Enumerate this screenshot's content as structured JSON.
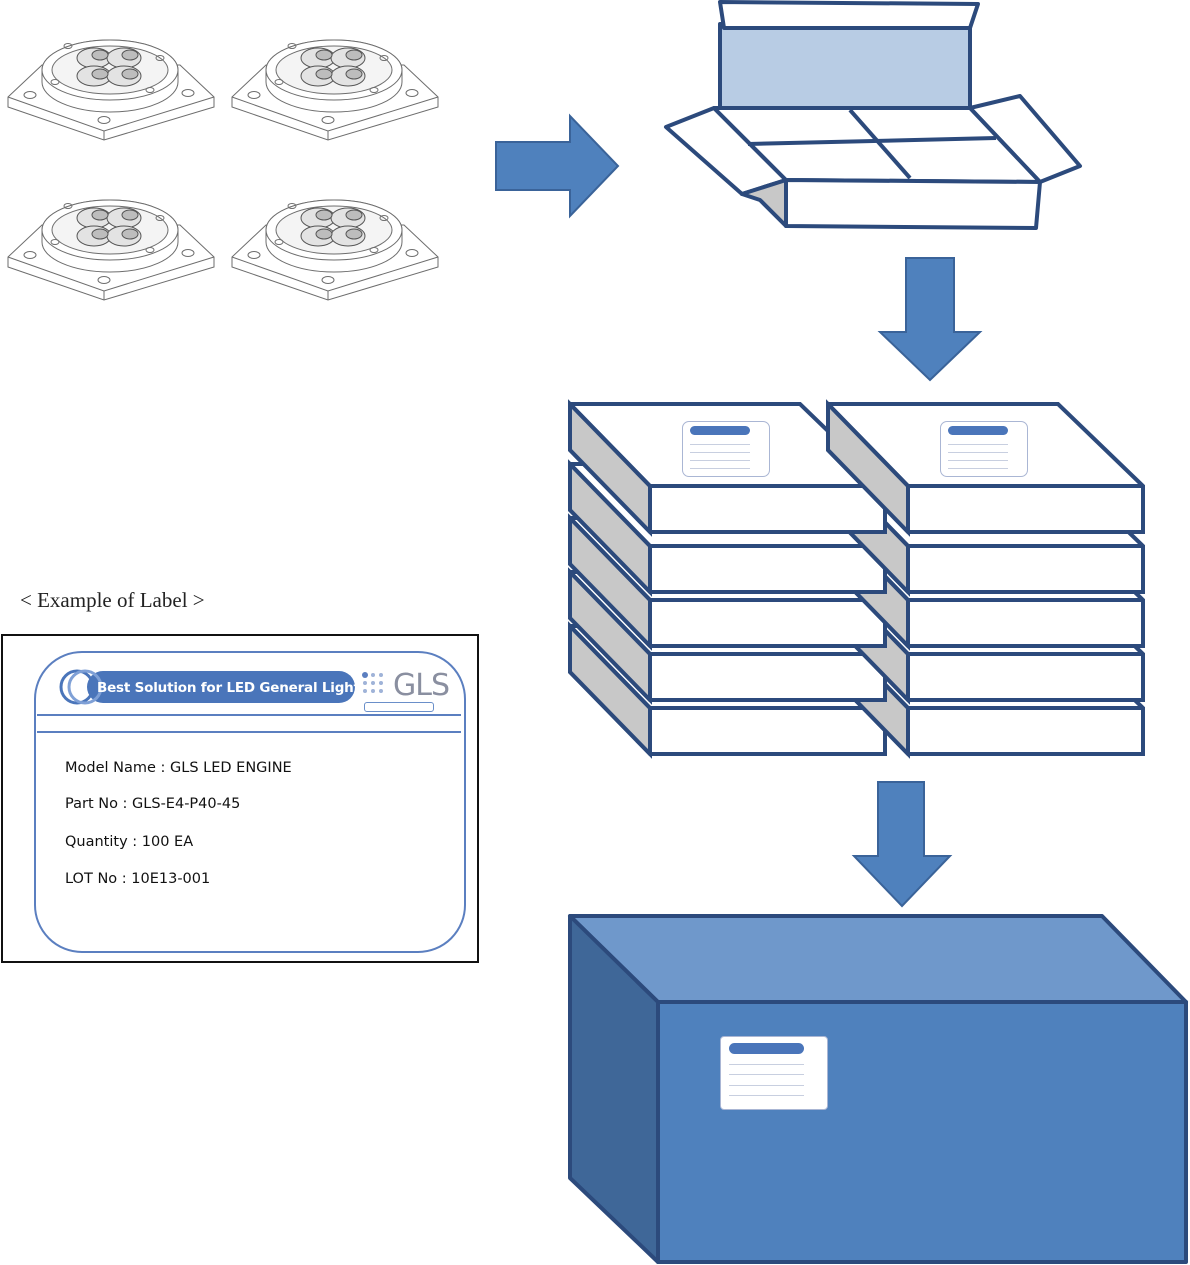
{
  "caption": "< Example of Label >",
  "label": {
    "banner": "Best Solution for LED General Lighting",
    "logo": "GLS",
    "model_name": "Model Name : GLS LED ENGINE",
    "part_no": "Part No : GLS-E4-P40-45",
    "quantity": "Quantity : 100 EA",
    "lot_no": "LOT No : 10E13-001"
  },
  "colors": {
    "arrow": "#4f81bd",
    "arrow_border": "#3a6399",
    "box_outline": "#2c4a7c",
    "box_lid_fill": "#b8cce4",
    "box_shadow": "#c8c8c8",
    "big_box_front": "#4f81bd",
    "big_box_top": "#6f98cb",
    "big_box_side": "#3f6798",
    "label_border": "#5b7fc0"
  },
  "icons": [
    "led-module-icon",
    "right-arrow-icon",
    "down-arrow-icon",
    "open-box-icon",
    "stacked-boxes-icon",
    "shipping-carton-icon",
    "gls-logo-icon"
  ]
}
